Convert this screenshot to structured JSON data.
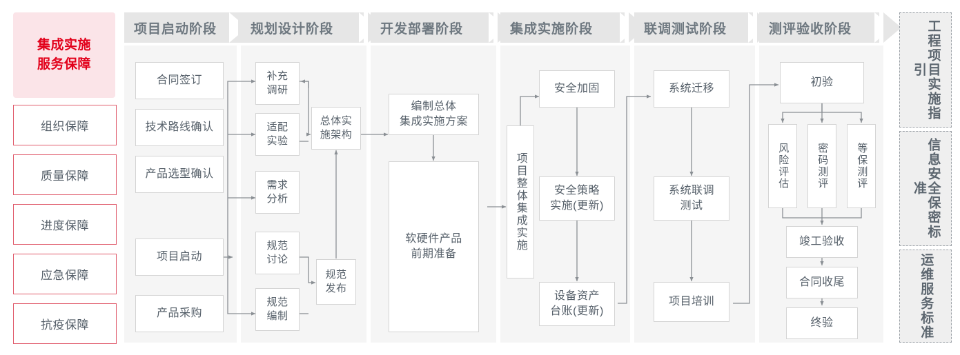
{
  "guarantee": {
    "title_line1": "集成实施",
    "title_line2": "服务保障",
    "items": [
      {
        "label": "组织保障"
      },
      {
        "label": "质量保障"
      },
      {
        "label": "进度保障"
      },
      {
        "label": "应急保障"
      },
      {
        "label": "抗疫保障"
      }
    ]
  },
  "stages": [
    {
      "label": "项目启动阶段"
    },
    {
      "label": "规划设计阶段"
    },
    {
      "label": "开发部署阶段"
    },
    {
      "label": "集成实施阶段"
    },
    {
      "label": "联调测试阶段"
    },
    {
      "label": "测评验收阶段"
    }
  ],
  "nodes": {
    "s1": [
      {
        "label": "合同签订"
      },
      {
        "label": "技术路线确认"
      },
      {
        "label": "产品选型确认"
      },
      {
        "label": "项目启动"
      },
      {
        "label": "产品采购"
      }
    ],
    "s2": [
      {
        "label": "补充\n调研"
      },
      {
        "label": "适配\n实验"
      },
      {
        "label": "需求\n分析"
      },
      {
        "label": "规范\n讨论"
      },
      {
        "label": "规范\n编制"
      },
      {
        "label": "总体实\n施架构"
      },
      {
        "label": "规范\n发布"
      }
    ],
    "s3": [
      {
        "label": "编制总体\n集成实施方案"
      },
      {
        "label": "软硬件产品\n前期准备"
      }
    ],
    "s4": [
      {
        "label": "项目整体集成实施"
      },
      {
        "label": "安全加固"
      },
      {
        "label": "安全策略\n实施(更新)"
      },
      {
        "label": "设备资产\n台账(更新)"
      }
    ],
    "s5": [
      {
        "label": "系统迁移"
      },
      {
        "label": "系统联调\n测试"
      },
      {
        "label": "项目培训"
      }
    ],
    "s6": [
      {
        "label": "初验"
      },
      {
        "label": "风险评估"
      },
      {
        "label": "密码测评"
      },
      {
        "label": "等保测评"
      },
      {
        "label": "竣工验收"
      },
      {
        "label": "合同收尾"
      },
      {
        "label": "终验"
      }
    ]
  },
  "rails": [
    {
      "label": "工程项目实施指引"
    },
    {
      "label": "信息安全保密标准"
    },
    {
      "label": "运维服务标准"
    }
  ],
  "colors": {
    "accent_red": "#e2001a",
    "accent_border": "#e05a6b",
    "header_gray": "#e6e6e6",
    "column_gray": "#f5f5f5",
    "node_border": "#d4d4d4",
    "text_gray": "#56606a",
    "connector": "#8a8f94"
  }
}
